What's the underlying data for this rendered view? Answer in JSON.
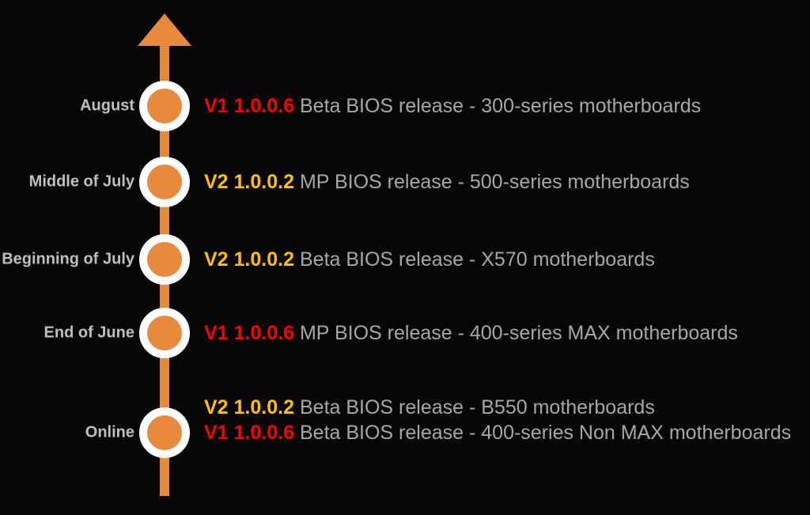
{
  "timeline": {
    "direction": "up",
    "colors": {
      "background": "#070707",
      "line_orange": "#E78A3E",
      "node_fill": "#E78A3E",
      "node_ring": "#FFFFFF",
      "label_gray": "#BFBFBF",
      "description_gray": "#A7A7A7",
      "v1_red": "#FF0000",
      "v2_gold": "#FFC000"
    },
    "events": [
      {
        "label": "August",
        "entries": [
          {
            "version": "V1 1.0.0.6",
            "version_color": "#FF0000",
            "description": "Beta BIOS release - 300-series motherboards"
          }
        ]
      },
      {
        "label": "Middle of July",
        "entries": [
          {
            "version": "V2 1.0.0.2",
            "version_color": "#FFC000",
            "description": "MP BIOS release - 500-series motherboards"
          }
        ]
      },
      {
        "label": "Beginning of July",
        "entries": [
          {
            "version": "V2 1.0.0.2",
            "version_color": "#FFC000",
            "description": "Beta BIOS release - X570 motherboards"
          }
        ]
      },
      {
        "label": "End of June",
        "entries": [
          {
            "version": "V1 1.0.0.6",
            "version_color": "#FF0000",
            "description": "MP BIOS release - 400-series MAX motherboards"
          }
        ]
      },
      {
        "label": "Online",
        "entries": [
          {
            "version": "V2 1.0.0.2",
            "version_color": "#FFC000",
            "description": "Beta BIOS release - B550 motherboards"
          },
          {
            "version": "V1 1.0.0.6",
            "version_color": "#FF0000",
            "description": "Beta BIOS release - 400-series Non MAX motherboards"
          }
        ]
      }
    ]
  }
}
